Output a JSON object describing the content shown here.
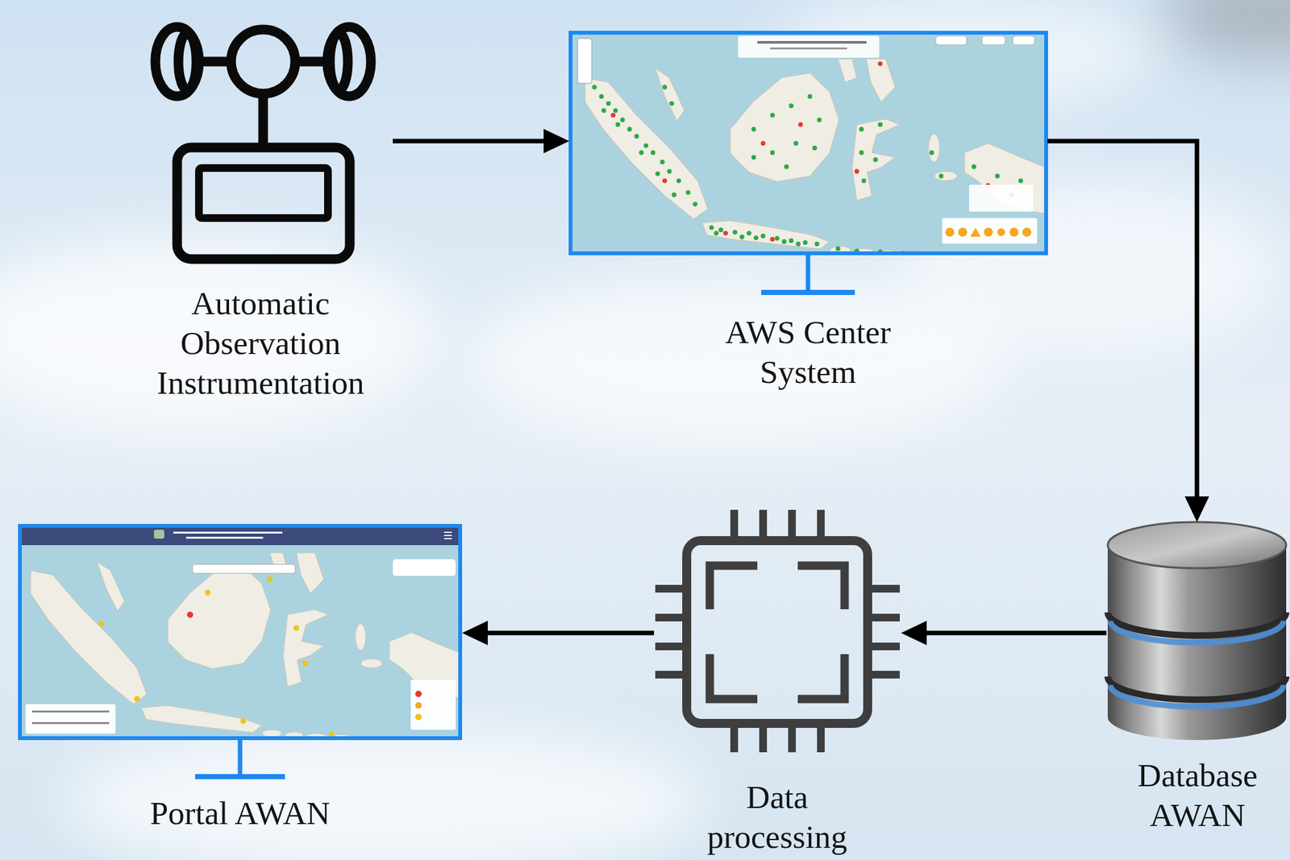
{
  "diagram": {
    "nodes": [
      {
        "text": [
          "Automatic Observation Instrumentation"
        ]
      },
      {
        "text": [
          "AWS Center System"
        ]
      },
      {
        "text": [
          "Database AWAN"
        ]
      },
      {
        "text": [
          "Data processing"
        ]
      },
      {
        "text": [
          "Portal AWAN"
        ]
      }
    ],
    "edges": [
      {
        "from": 0,
        "to": 1,
        "arrow": "to"
      },
      {
        "from": 1,
        "to": 2,
        "arrow": "to"
      },
      {
        "from": 2,
        "to": 3,
        "arrow": "to"
      },
      {
        "from": 3,
        "to": 4,
        "arrow": "to"
      }
    ]
  }
}
